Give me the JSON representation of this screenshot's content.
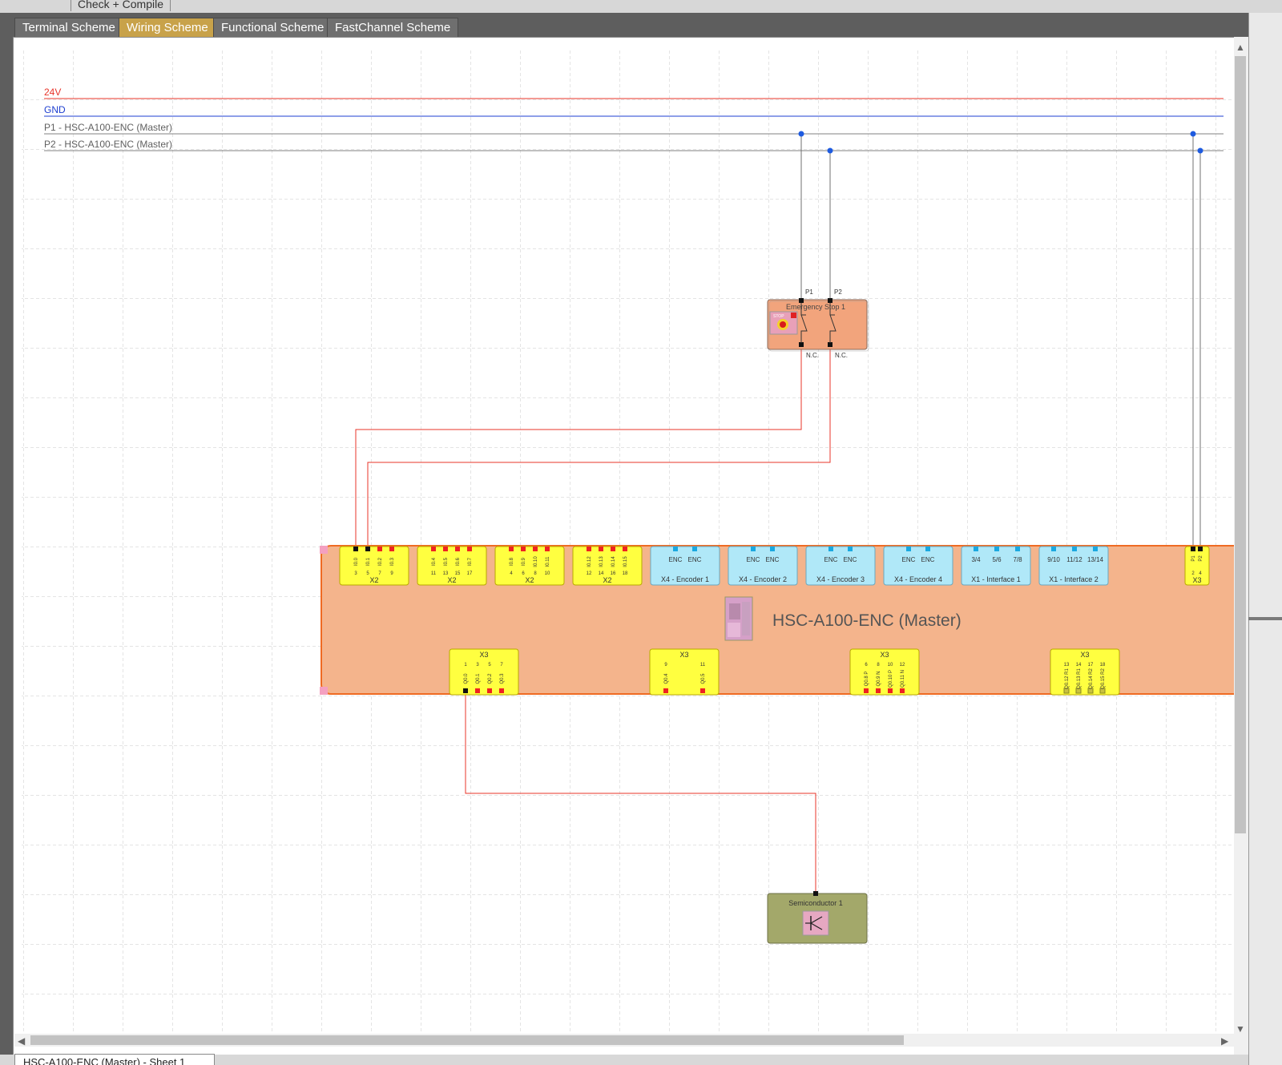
{
  "toolbar": {
    "check_compile": "Check + Compile"
  },
  "tabs": [
    {
      "label": "Terminal Scheme"
    },
    {
      "label": "Wiring Scheme"
    },
    {
      "label": "Functional Scheme"
    },
    {
      "label": "FastChannel Scheme"
    }
  ],
  "active_tab": 1,
  "buses": {
    "v24": "24V",
    "gnd": "GND",
    "p1": "P1 - HSC-A100-ENC (Master)",
    "p2": "P2 - HSC-A100-ENC (Master)"
  },
  "colors": {
    "v24": "#e8342a",
    "gnd": "#1e3fd0",
    "pulse": "#707070",
    "wire": "#e8342a",
    "module_fill": "#f4b48c",
    "module_border": "#ef6b23",
    "estop_fill": "#f2a47c",
    "semi_fill": "#a3a86a",
    "terminal_yellow": "#ffff40",
    "terminal_blue": "#b0e8f8",
    "active_tab": "#c8a24a"
  },
  "estop": {
    "title": "Emergency Stop 1",
    "p1": "P1",
    "p2": "P2",
    "nc1": "N.C.",
    "nc2": "N.C.",
    "icon_text": "STOP",
    "icon": "emergency-stop-icon"
  },
  "semiconductor": {
    "title": "Semiconductor 1",
    "icon": "transistor-icon"
  },
  "module": {
    "name": "HSC-A100-ENC (Master)",
    "icon": "plc-module-icon"
  },
  "input_blocks": [
    {
      "title": "X2",
      "pins": [
        "I0.0",
        "I0.1",
        "I0.2",
        "I0.3"
      ],
      "nums": [
        "3",
        "5",
        "7",
        "9"
      ]
    },
    {
      "title": "X2",
      "pins": [
        "I0.4",
        "I0.5",
        "I0.6",
        "I0.7"
      ],
      "nums": [
        "11",
        "13",
        "15",
        "17"
      ]
    },
    {
      "title": "X2",
      "pins": [
        "I0.8",
        "I0.9",
        "I0.10",
        "I0.11"
      ],
      "nums": [
        "4",
        "6",
        "8",
        "10"
      ]
    },
    {
      "title": "X2",
      "pins": [
        "I0.12",
        "I0.13",
        "I0.14",
        "I0.15"
      ],
      "nums": [
        "12",
        "14",
        "16",
        "18"
      ]
    }
  ],
  "encoder_blocks": [
    {
      "title": "X4 - Encoder 1",
      "pins": [
        "ENC",
        "ENC"
      ]
    },
    {
      "title": "X4 - Encoder 2",
      "pins": [
        "ENC",
        "ENC"
      ]
    },
    {
      "title": "X4 - Encoder 3",
      "pins": [
        "ENC",
        "ENC"
      ]
    },
    {
      "title": "X4 - Encoder 4",
      "pins": [
        "ENC",
        "ENC"
      ]
    },
    {
      "title": "X1 - Interface 1",
      "pins": [
        "3/4",
        "5/6",
        "7/8"
      ]
    },
    {
      "title": "X1 - Interface 2",
      "pins": [
        "9/10",
        "11/12",
        "13/14"
      ]
    }
  ],
  "x3_top": {
    "title": "X3",
    "pins": [
      "P1",
      "P2"
    ],
    "nums": [
      "2",
      "4"
    ]
  },
  "output_blocks": [
    {
      "title": "X3",
      "nums": [
        "1",
        "3",
        "5",
        "7"
      ],
      "pins": [
        "Q0.0",
        "Q0.1",
        "Q0.2",
        "Q0.3"
      ]
    },
    {
      "title": "X3",
      "nums": [
        "9",
        "11"
      ],
      "pins": [
        "Q0.4",
        "Q0.5"
      ]
    },
    {
      "title": "X3",
      "nums": [
        "6",
        "8",
        "10",
        "12"
      ],
      "pins": [
        "Q0.8 P",
        "Q0.9 N",
        "Q0.10 P",
        "Q0.11 N"
      ]
    },
    {
      "title": "X3",
      "nums": [
        "13",
        "14",
        "17",
        "18"
      ],
      "pins": [
        "Q0.12 R1",
        "Q0.13 R1",
        "Q0.14 R2",
        "Q0.15 R2"
      ]
    }
  ],
  "sheet_tab": "HSC-A100-ENC (Master) - Sheet 1"
}
